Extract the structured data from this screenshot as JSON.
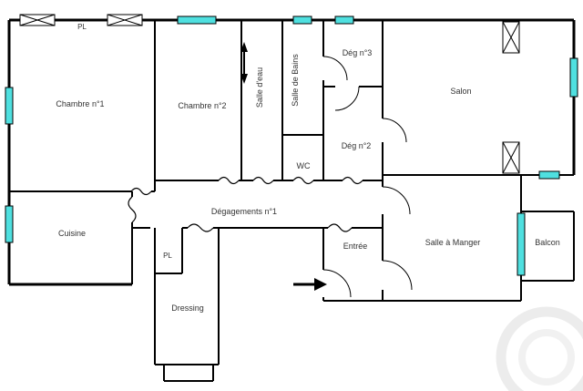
{
  "colors": {
    "wall": "#000000",
    "window": "#4fe0e0",
    "label": "#333333",
    "watermark": "#ececec"
  },
  "rooms": {
    "pl_top": "PL",
    "chambre1": "Chambre n°1",
    "chambre2": "Chambre n°2",
    "salle_deau": "Salle d'eau",
    "salle_de_bains": "Salle de Bains",
    "deg3": "Dég n°3",
    "salon": "Salon",
    "wc": "WC",
    "deg2": "Dég n°2",
    "cuisine": "Cuisine",
    "degagements1": "Dégagements n°1",
    "pl_mid": "PL",
    "entree": "Entrée",
    "salle_a_manger": "Salle à Manger",
    "balcon": "Balcon",
    "dressing": "Dressing"
  }
}
